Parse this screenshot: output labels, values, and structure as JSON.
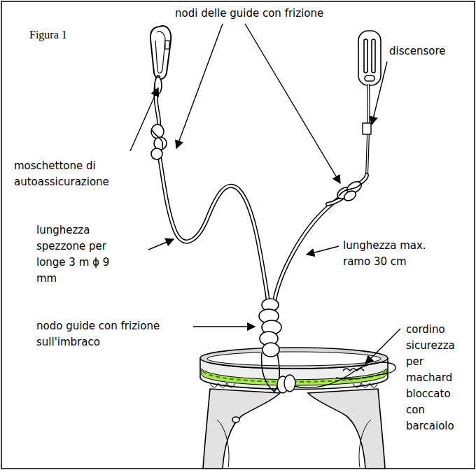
{
  "diagram": {
    "labels": [
      "nodi delle guide con frizione",
      "Figura 1",
      "discensore",
      "moschettone di autoassicurazione",
      "lunghezza spezzone per longe 3 m ϕ 9 mm",
      "lunghezza max. ramo 30 cm",
      "nodo guide con frizione sull'imbraco",
      "cordino sicurezza per machard bloccato con barcaiolo"
    ]
  }
}
